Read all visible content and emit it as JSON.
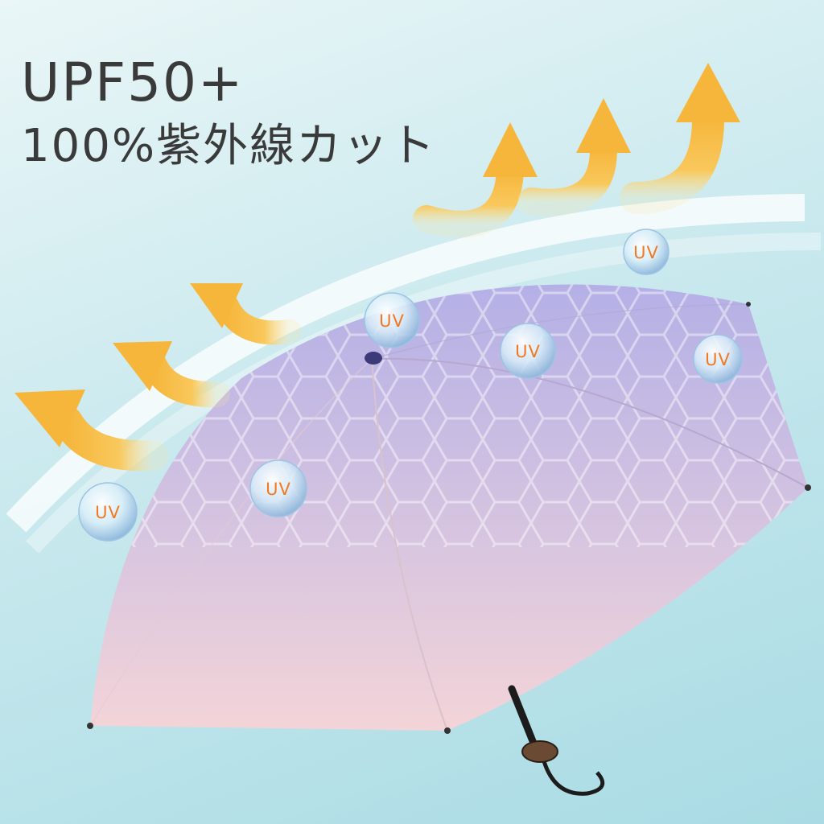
{
  "headline": {
    "line1": "UPF50+",
    "line2": "100%紫外線カット"
  },
  "badges": {
    "uv_label": "UV"
  },
  "colors": {
    "background": "#c9e9ee",
    "headline_text": "#3a3a3a",
    "arrow": "#f7b944",
    "uv_text": "#ef7a23",
    "canopy_top": "#b4b0e6",
    "canopy_bottom": "#f3d4d8"
  },
  "icons": [
    "deflected-uv-arrow-icon",
    "uv-bubble-icon",
    "hexagon-shield-pattern",
    "umbrella-handle-icon"
  ]
}
